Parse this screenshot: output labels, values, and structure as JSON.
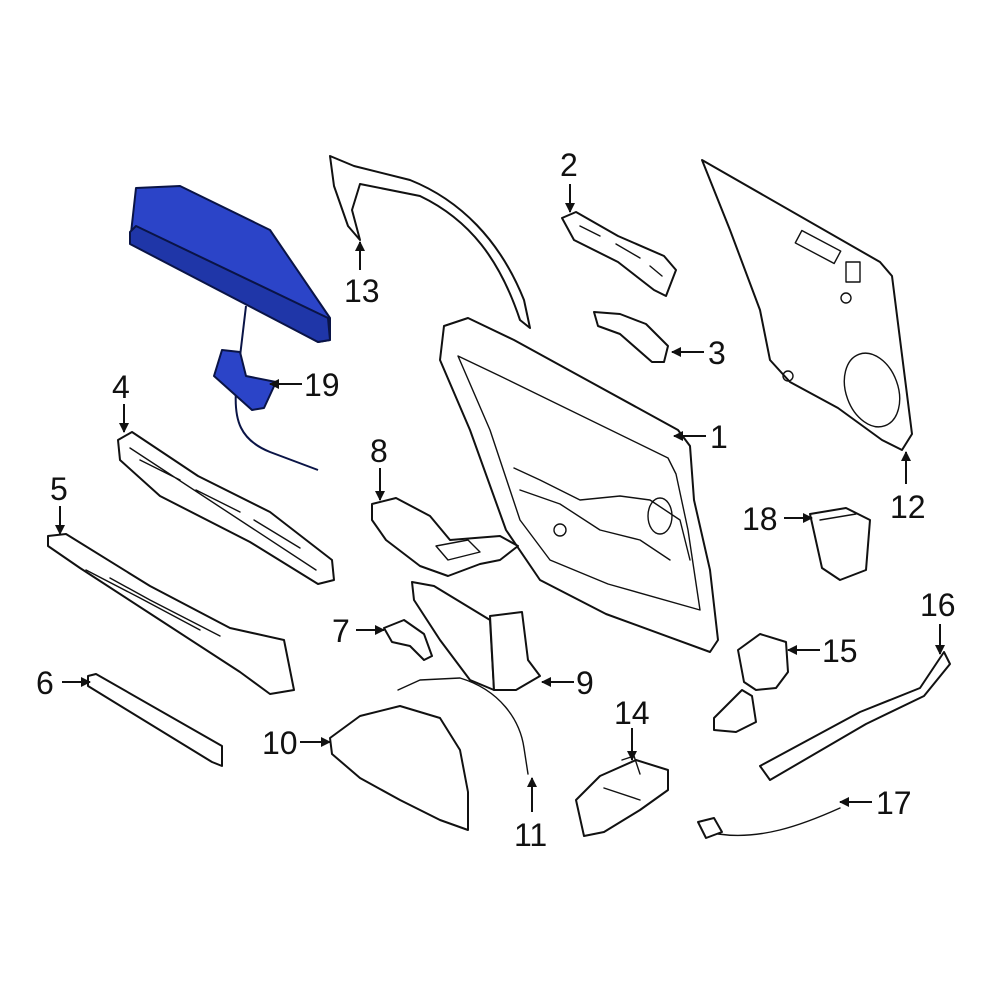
{
  "colors": {
    "highlight": "#2b44c8",
    "line": "#111111",
    "background": "#ffffff"
  },
  "callouts": {
    "c1": "1",
    "c2": "2",
    "c3": "3",
    "c4": "4",
    "c5": "5",
    "c6": "6",
    "c7": "7",
    "c8": "8",
    "c9": "9",
    "c10": "10",
    "c11": "11",
    "c12": "12",
    "c13": "13",
    "c14": "14",
    "c15": "15",
    "c16": "16",
    "c17": "17",
    "c18": "18",
    "c19": "19"
  },
  "highlighted_part": "19"
}
